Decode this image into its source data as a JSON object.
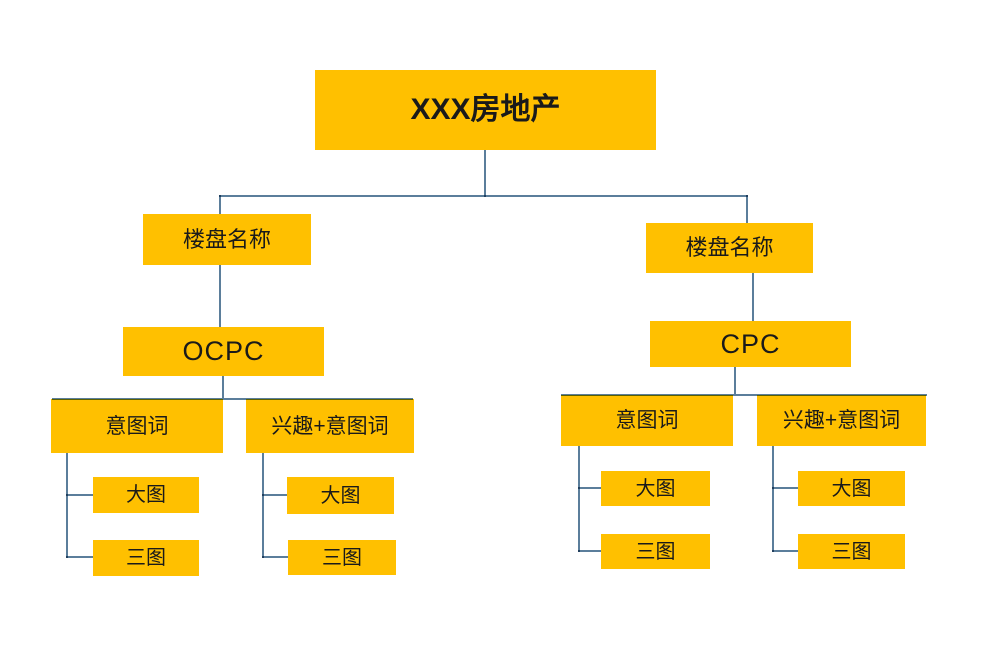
{
  "diagram": {
    "root": {
      "label": "XXX房地产"
    },
    "branches": [
      {
        "group": {
          "label": "楼盘名称"
        },
        "bid_mode": {
          "label": "OCPC"
        },
        "units": [
          {
            "label": "意图词",
            "creatives": [
              {
                "label": "大图"
              },
              {
                "label": "三图"
              }
            ]
          },
          {
            "label": "兴趣+意图词",
            "creatives": [
              {
                "label": "大图"
              },
              {
                "label": "三图"
              }
            ]
          }
        ]
      },
      {
        "group": {
          "label": "楼盘名称"
        },
        "bid_mode": {
          "label": "CPC"
        },
        "units": [
          {
            "label": "意图词",
            "creatives": [
              {
                "label": "大图"
              },
              {
                "label": "三图"
              }
            ]
          },
          {
            "label": "兴趣+意图词",
            "creatives": [
              {
                "label": "大图"
              },
              {
                "label": "三图"
              }
            ]
          }
        ]
      }
    ]
  },
  "colors": {
    "node_fill": "#FFC000",
    "connector": "#5B7E9B",
    "text": "#1A1A1A",
    "background": "#FFFFFF"
  }
}
